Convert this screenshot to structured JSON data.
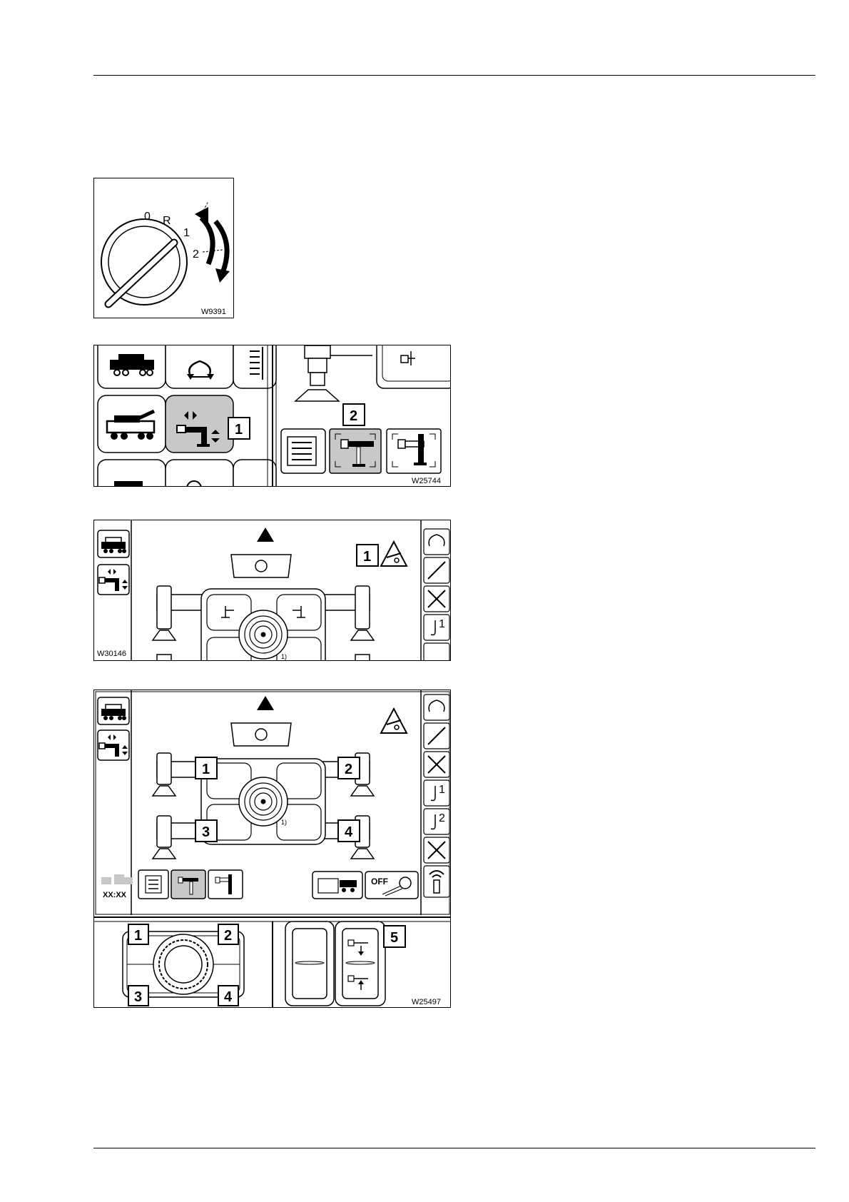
{
  "figure1": {
    "code": "W9391",
    "positions": {
      "p0": "0",
      "pR": "R",
      "p1": "1",
      "p2": "2"
    }
  },
  "figure2": {
    "code": "W25744",
    "callouts": [
      "1",
      "2"
    ]
  },
  "figure3": {
    "code": "W30146",
    "callouts": [
      "1"
    ],
    "small_mark": "1)"
  },
  "figure4": {
    "code": "W25497",
    "callouts_top": [
      "1",
      "2",
      "3",
      "4"
    ],
    "callouts_bottom": [
      "1",
      "2",
      "3",
      "4",
      "5"
    ],
    "clock": "XX:XX",
    "off_label": "OFF",
    "small_mark": "1)",
    "hook_numbers": [
      "1",
      "2"
    ]
  },
  "colors": {
    "highlight": "#c8c8c8",
    "stroke": "#000000",
    "background": "#ffffff"
  }
}
